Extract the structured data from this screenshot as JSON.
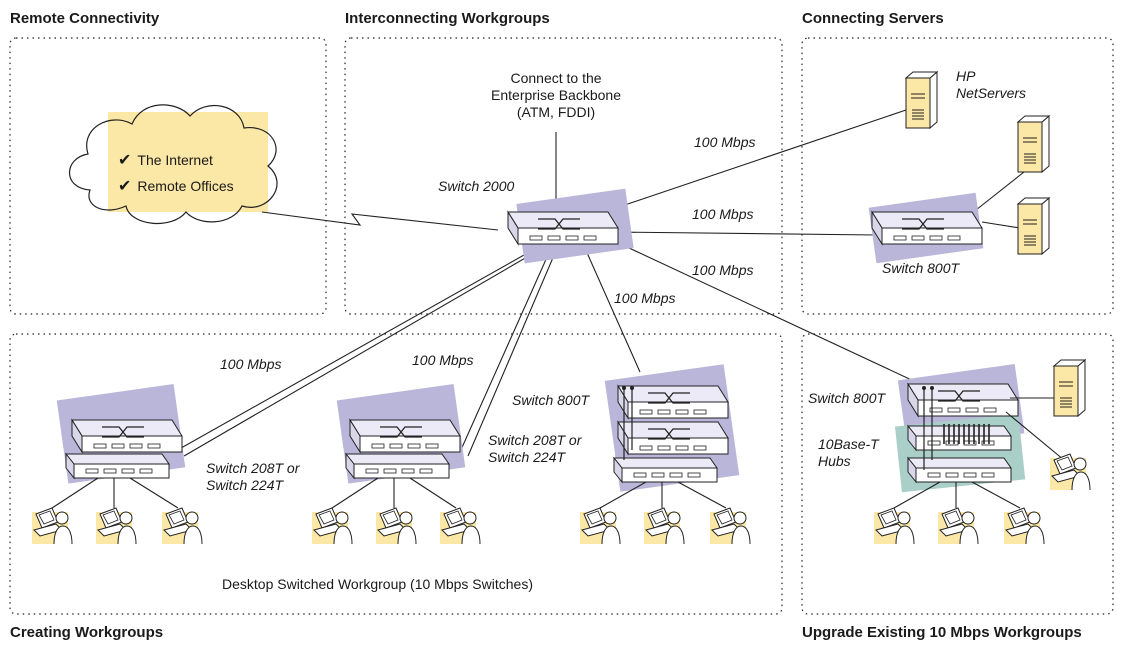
{
  "sections": {
    "remote": "Remote Connectivity",
    "interconnect": "Interconnecting Workgroups",
    "servers": "Connecting Servers",
    "creating": "Creating Workgroups",
    "upgrade": "Upgrade Existing 10 Mbps Workgroups"
  },
  "cloud": {
    "items": [
      "The Internet",
      "Remote Offices"
    ],
    "icon": "check-icon"
  },
  "backbone": {
    "line1": "Connect to the",
    "line2": "Enterprise Backbone",
    "line3": "(ATM, FDDI)"
  },
  "labels": {
    "switch2000": "Switch 2000",
    "hp1": "HP",
    "hp2": "NetServers",
    "srv_switch": "Switch 800T",
    "ws_switch": "Switch 800T",
    "up_switch": "Switch 800T",
    "s208_a1": "Switch 208T or",
    "s208_a2": "Switch 224T",
    "s208_b1": "Switch 208T or",
    "s208_b2": "Switch 224T",
    "hubs1": "10Base-T",
    "hubs2": "Hubs",
    "caption": "Desktop Switched Workgroup (10 Mbps Switches)"
  },
  "links": {
    "s1": "100 Mbps",
    "s2": "100 Mbps",
    "s3": "100 Mbps",
    "s4": "100 Mbps",
    "s5": "100 Mbps",
    "s6": "100 Mbps"
  },
  "colors": {
    "switch_fill": "#b9b6d9",
    "hub_fill": "#a9cfc8",
    "highlight": "#fbe7a6",
    "cloud": "#ffffff"
  }
}
